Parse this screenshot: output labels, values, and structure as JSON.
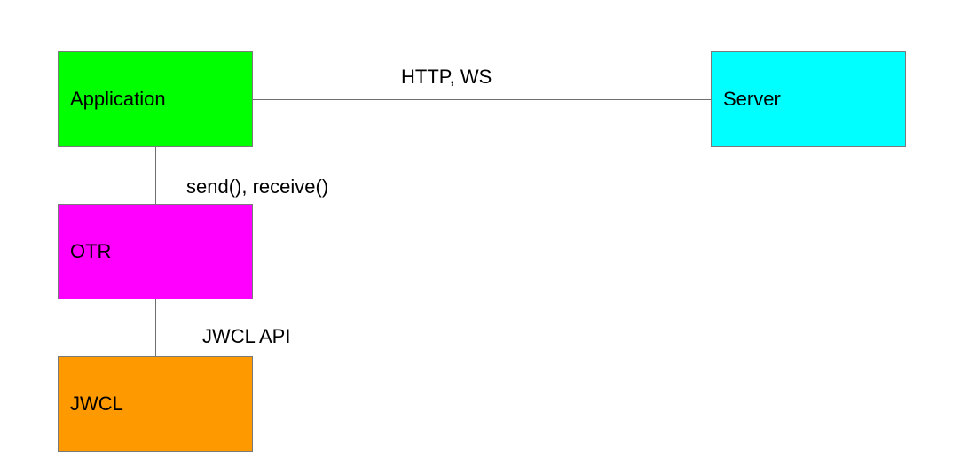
{
  "nodes": {
    "application": {
      "label": "Application",
      "color": "#00ff00"
    },
    "server": {
      "label": "Server",
      "color": "#00ffff"
    },
    "otr": {
      "label": "OTR",
      "color": "#ff00ff"
    },
    "jwcl": {
      "label": "JWCL",
      "color": "#ff9900"
    }
  },
  "edges": {
    "application_server": {
      "label": "HTTP, WS"
    },
    "application_otr": {
      "label": "send(), receive()"
    },
    "otr_jwcl": {
      "label": "JWCL API"
    }
  },
  "line_color": "#6f6f6f"
}
